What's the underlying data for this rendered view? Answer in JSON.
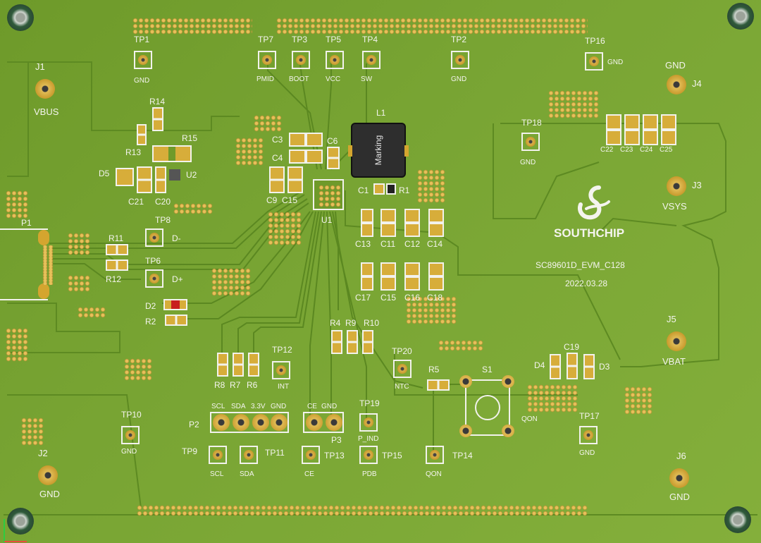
{
  "board": {
    "logo": "SOUTHCHIP",
    "title_line": "SC89601D_EVM_C128",
    "date_line": "2022.03.28",
    "inductor_text": "Marking"
  },
  "labels": {
    "tp1": "TP1",
    "tp1_net": "GND",
    "tp7": "TP7",
    "tp7_net": "PMID",
    "tp3": "TP3",
    "tp3_net": "BOOT",
    "tp5": "TP5",
    "tp5_net": "VCC",
    "tp4": "TP4",
    "tp4_net": "SW",
    "tp2": "TP2",
    "tp2_net": "GND",
    "tp16": "TP16",
    "tp16_net": "GND",
    "tp18": "TP18",
    "tp18_net": "GND",
    "tp8": "TP8",
    "tp8_net": "D-",
    "tp6": "TP6",
    "tp6_net": "D+",
    "tp12": "TP12",
    "tp12_net": "INT",
    "tp20": "TP20",
    "tp20_net": "NTC",
    "tp19": "TP19",
    "tp19_net": "P_IND",
    "tp10": "TP10",
    "tp10_net": "GND",
    "tp9": "TP9",
    "tp9_net": "SCL",
    "tp11": "TP11",
    "tp11_net": "SDA",
    "tp13": "TP13",
    "tp13_net": "CE",
    "tp15": "TP15",
    "tp15_net": "PDB",
    "tp14": "TP14",
    "tp14_net": "QON",
    "tp17": "TP17",
    "tp17_net": "GND",
    "j1": "J1",
    "j1_net": "VBUS",
    "j2": "J2",
    "j2_net": "GND",
    "j4": "J4",
    "j4_net": "GND",
    "j3": "J3",
    "j3_net": "VSYS",
    "j5": "J5",
    "j5_net": "VBAT",
    "j6": "J6",
    "j6_net": "GND",
    "p1": "P1",
    "p2": "P2",
    "p3": "P3",
    "p2_pins": [
      "SCL",
      "SDA",
      "3.3V",
      "GND"
    ],
    "p3_pins": [
      "CE",
      "GND"
    ],
    "s1": "S1",
    "s1_net": "QON",
    "u1": "U1",
    "u2": "U2",
    "l1": "L1",
    "r14": "R14",
    "r13": "R13",
    "r15": "R15",
    "r11": "R11",
    "r12": "R12",
    "r2": "R2",
    "r8": "R8",
    "r7": "R7",
    "r6": "R6",
    "r4": "R4",
    "r9": "R9",
    "r10": "R10",
    "r5": "R5",
    "r1": "R1",
    "d5": "D5",
    "d2": "D2",
    "d4": "D4",
    "d3": "D3",
    "c21": "C21",
    "c20": "C20",
    "c3": "C3",
    "c4": "C4",
    "c6": "C6",
    "c9": "C9",
    "c15a": "C15",
    "c1": "C1",
    "c22": "C22",
    "c23": "C23",
    "c24": "C24",
    "c25": "C25",
    "c13": "C13",
    "c11": "C11",
    "c12": "C12",
    "c14": "C14",
    "c17": "C17",
    "c15": "C15",
    "c16": "C16",
    "c18": "C18",
    "c19": "C19"
  }
}
